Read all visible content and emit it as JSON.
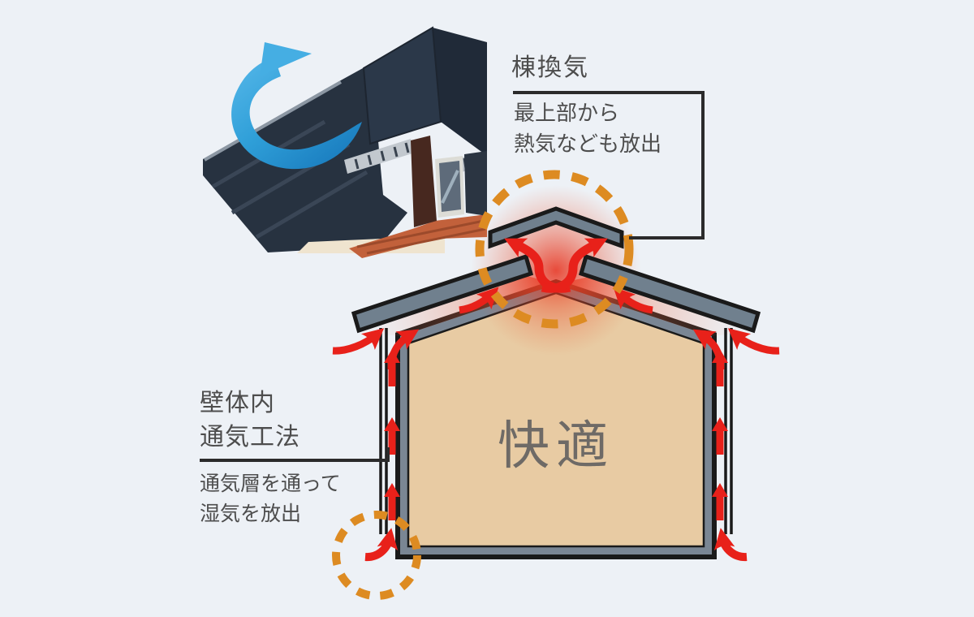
{
  "annotations": {
    "ridge": {
      "title": "棟換気",
      "desc_line1": "最上部から",
      "desc_line2": "熱気なども放出"
    },
    "wall": {
      "title_line1": "壁体内",
      "title_line2": "通気工法",
      "desc_line1": "通気層を通って",
      "desc_line2": "湿気を放出"
    }
  },
  "house": {
    "interior_label": "快適"
  },
  "icons": {
    "photo": "ridge-vent-photo",
    "blue_arrow": "blue-airflow-swoosh-icon",
    "red_arrows": "red-airflow-arrow-icon",
    "dashed_circles": "highlight-dashed-circle"
  },
  "colors": {
    "background": "#edf1f6",
    "red_arrow": "#e8211a",
    "orange_dashed": "#dd8b22",
    "blue_arrow_light": "#4fb3e6",
    "blue_arrow_dark": "#1473b8",
    "wall_fill_tan": "#e8cba3",
    "roof_slate_gray": "#70808e",
    "outline_black": "#1a1a1a",
    "label_text": "#4d4d4d",
    "comfort_text": "#6e6a66"
  }
}
